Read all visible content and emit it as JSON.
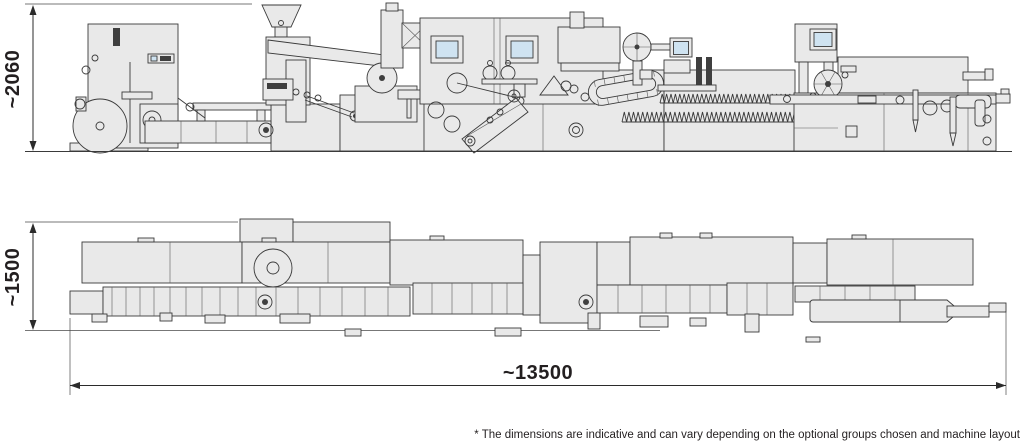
{
  "drawing": {
    "dimensions": {
      "machine_height": "~2060",
      "machine_depth": "~1500",
      "machine_length": "~13500"
    },
    "footnote": "* The dimensions are indicative and can vary depending on the optional groups chosen and machine layout",
    "colors": {
      "machine_fill": "#e9e9e9",
      "outline": "#3a3a3a",
      "screen_blue": "#cfe3f1",
      "dimension_text": "#231f20",
      "background": "#ffffff"
    }
  }
}
